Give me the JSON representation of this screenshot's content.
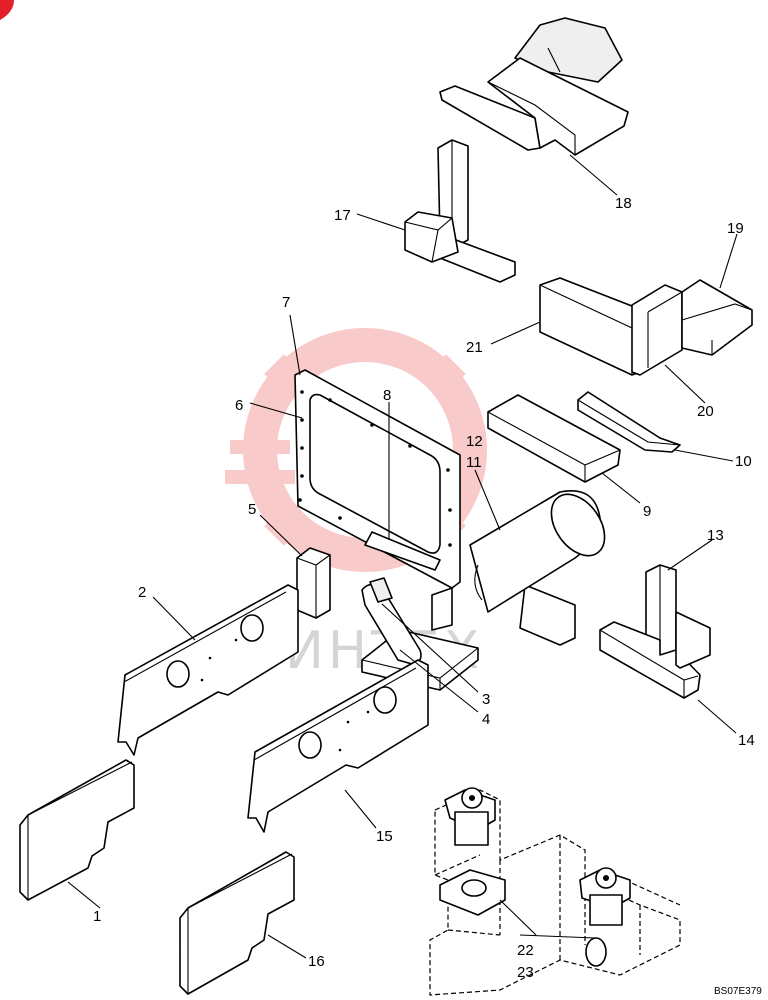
{
  "callouts": [
    {
      "id": "c1",
      "label": "1"
    },
    {
      "id": "c2",
      "label": "2"
    },
    {
      "id": "c3",
      "label": "3"
    },
    {
      "id": "c4",
      "label": "4"
    },
    {
      "id": "c5",
      "label": "5"
    },
    {
      "id": "c6",
      "label": "6"
    },
    {
      "id": "c7",
      "label": "7"
    },
    {
      "id": "c8",
      "label": "8"
    },
    {
      "id": "c9",
      "label": "9"
    },
    {
      "id": "c10",
      "label": "10"
    },
    {
      "id": "c11",
      "label": "11"
    },
    {
      "id": "c12",
      "label": "12"
    },
    {
      "id": "c13",
      "label": "13"
    },
    {
      "id": "c14",
      "label": "14"
    },
    {
      "id": "c15",
      "label": "15"
    },
    {
      "id": "c16",
      "label": "16"
    },
    {
      "id": "c17",
      "label": "17"
    },
    {
      "id": "c18",
      "label": "18"
    },
    {
      "id": "c19",
      "label": "19"
    },
    {
      "id": "c20",
      "label": "20"
    },
    {
      "id": "c21",
      "label": "21"
    },
    {
      "id": "c22",
      "label": "22"
    },
    {
      "id": "c23",
      "label": "23"
    }
  ],
  "drawing_code": "BS07E379",
  "watermark": {
    "text": "ИНТЕХ",
    "color": "#e8433f"
  },
  "colors": {
    "line": "#000000",
    "background": "#ffffff",
    "corner_mark": "#e3202a"
  }
}
